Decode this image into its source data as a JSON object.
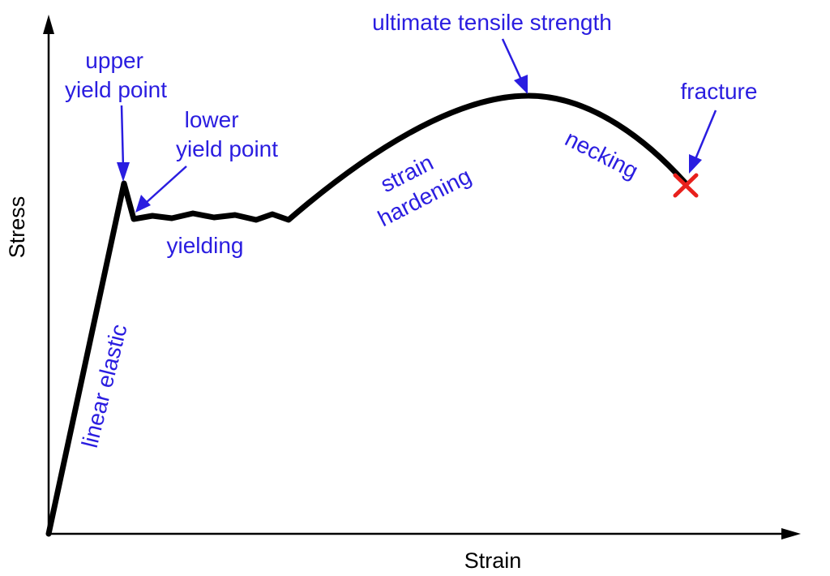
{
  "axes": {
    "x_label": "Strain",
    "y_label": "Stress"
  },
  "labels": {
    "upper_yield_point": [
      "upper",
      "yield point"
    ],
    "lower_yield_point": [
      "lower",
      "yield point"
    ],
    "yielding": "yielding",
    "linear_elastic": "linear elastic",
    "strain_hardening": [
      "strain",
      "hardening"
    ],
    "ultimate_tensile_strength": "ultimate tensile strength",
    "necking": "necking",
    "fracture": "fracture"
  },
  "colors": {
    "curve": "#000000",
    "annotation": "#2a1de0",
    "fracture_marker": "#e8201c",
    "axis": "#000000"
  },
  "icons": {
    "fracture_marker": "x-mark-icon"
  }
}
